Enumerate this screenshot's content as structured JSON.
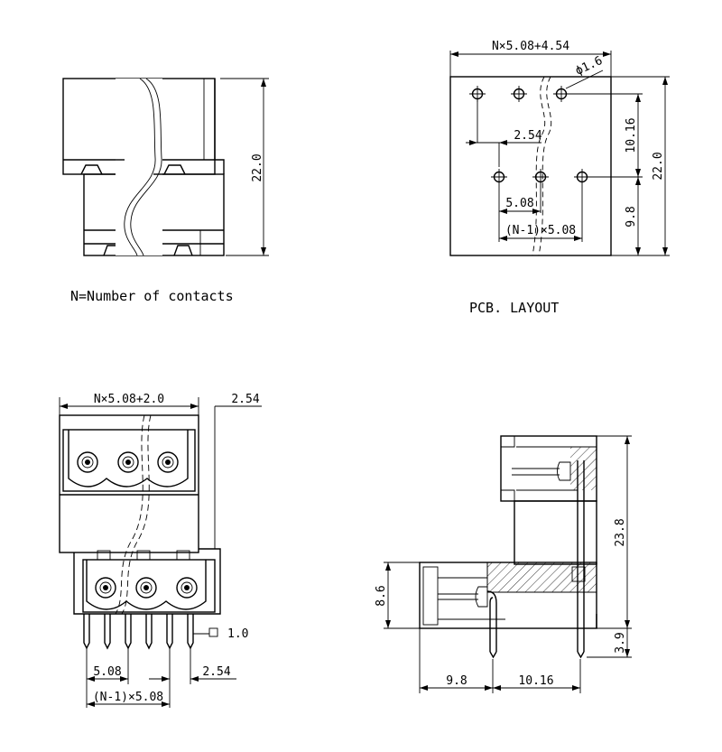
{
  "top_left_view": {
    "dim_height": "22.0"
  },
  "top_right_view": {
    "dim_width": "N×5.08+4.54",
    "dim_hole": "ϕ1.6",
    "dim_pitch_a": "2.54",
    "dim_pitch_b": "5.08",
    "dim_span": "(N-1)×5.08",
    "dim_v1": "10.16",
    "dim_v2": "9.8",
    "dim_height": "22.0"
  },
  "captions": {
    "n_def": "N=Number of contacts",
    "pcb": "PCB. LAYOUT"
  },
  "bottom_left_view": {
    "dim_width": "N×5.08+2.0",
    "dim_offset": "2.54",
    "dim_pin": "1.0",
    "dim_pitch": "5.08",
    "dim_pitch2": "2.54",
    "dim_span": "(N-1)×5.08"
  },
  "bottom_right_view": {
    "dim_height": "23.8",
    "dim_left": "8.6",
    "dim_pin": "3.9",
    "dim_x1": "9.8",
    "dim_x2": "10.16"
  }
}
